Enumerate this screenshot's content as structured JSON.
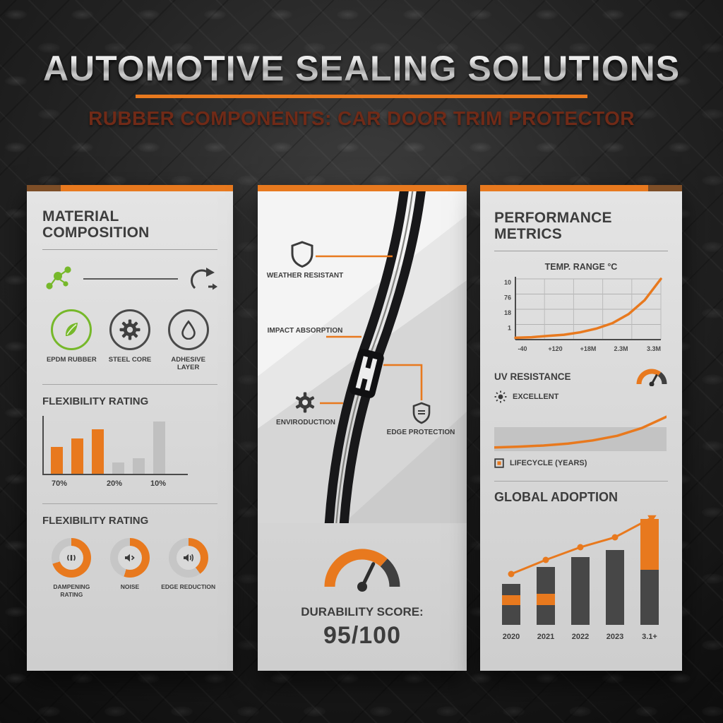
{
  "header": {
    "title": "AUTOMOTIVE SEALING SOLUTIONS",
    "subtitle": "RUBBER COMPONENTS: CAR DOOR TRIM PROTECTOR"
  },
  "colors": {
    "accent": "#E8791E",
    "green": "#76B82A",
    "dark_bar": "#474747",
    "gray_bar": "#C0C0C0",
    "panel": "#D9D9D9",
    "subtitle": "#702A17"
  },
  "material_panel": {
    "title": "MATERIAL COMPOSITION",
    "flow_icons": [
      "molecule-icon",
      "transform-arrow-icon"
    ],
    "materials": [
      {
        "label": "EPDM RUBBER",
        "icon": "leaf-icon"
      },
      {
        "label": "STEEL CORE",
        "icon": "gear-icon"
      },
      {
        "label": "ADHESIVE LAYER",
        "icon": "droplet-icon"
      }
    ],
    "flexibility_title": "FLEXIBILITY RATING",
    "ratings_title": "FLEXIBILITY RATING",
    "rating_items": [
      {
        "label": "DAMPENING RATING",
        "pct": 70,
        "icon": "soundwave-icon"
      },
      {
        "label": "NOISE",
        "pct": 55,
        "icon": "speaker-arrow-icon"
      },
      {
        "label": "EDGE REDUCTION",
        "pct": 40,
        "icon": "volume-icon"
      }
    ]
  },
  "trim_panel": {
    "callouts": [
      {
        "label": "WEATHER RESISTANT",
        "icon": "shield-icon"
      },
      {
        "label": "IMPACT ABSORPTION",
        "icon": ""
      },
      {
        "label": "ENVIRODUCTION",
        "icon": "gear-icon"
      },
      {
        "label": "EDGE PROTECTION",
        "icon": "shield-badge-icon"
      }
    ],
    "durability_label": "DURABILITY SCORE:",
    "durability_value": "95/100",
    "gauge": {
      "orange_start_deg": 180,
      "orange_end_deg": 48,
      "needle_deg": 64
    }
  },
  "performance_panel": {
    "title": "PERFORMANCE METRICS",
    "uv_label": "UV RESISTANCE",
    "uv_value": "EXCELLENT",
    "lifecycle_label": "LIFECYCLE (YEARS)",
    "adoption_title": "GLOBAL ADOPTION"
  },
  "chart_data": [
    {
      "type": "bar",
      "name": "flexibility",
      "title": "FLEXIBILITY RATING",
      "values": [
        42,
        55,
        70,
        18,
        24,
        82
      ],
      "bar_colors": [
        "accent",
        "accent",
        "accent",
        "gray",
        "gray",
        "gray"
      ],
      "x_tick_labels": [
        "70%",
        "20%",
        "10%"
      ],
      "ylim": [
        0,
        100
      ],
      "legend": "none"
    },
    {
      "type": "line",
      "name": "temp-range",
      "title": "TEMP. RANGE °C",
      "x_tick_labels": [
        "-40",
        "+120",
        "+18M",
        "2.3M",
        "3.3M"
      ],
      "y_tick_labels": [
        "10",
        "76",
        "18",
        "1"
      ],
      "values": [
        3,
        4,
        6,
        8,
        12,
        18,
        27,
        42,
        65,
        100
      ],
      "grid": true,
      "line_color": "accent"
    },
    {
      "type": "area",
      "name": "uv-lifecycle",
      "values": [
        6,
        8,
        11,
        16,
        24,
        36,
        56,
        85
      ],
      "band_color": "gray",
      "line_color": "accent"
    },
    {
      "type": "stacked-bar-line",
      "name": "global-adoption",
      "title": "GLOBAL ADOPTION",
      "categories": [
        "2020",
        "2021",
        "2022",
        "2023",
        "3.1+"
      ],
      "bars": [
        [
          {
            "color": "dark",
            "h": 16
          },
          {
            "color": "accent",
            "h": 14
          },
          {
            "color": "dark",
            "h": 28
          }
        ],
        [
          {
            "color": "dark",
            "h": 38
          },
          {
            "color": "accent",
            "h": 16
          },
          {
            "color": "dark",
            "h": 28
          }
        ],
        [
          {
            "color": "dark",
            "h": 96
          }
        ],
        [
          {
            "color": "dark",
            "h": 106
          }
        ],
        [
          {
            "color": "accent",
            "h": 72
          },
          {
            "color": "dark",
            "h": 78
          }
        ]
      ],
      "trend": [
        72,
        92,
        110,
        124,
        150
      ]
    }
  ]
}
